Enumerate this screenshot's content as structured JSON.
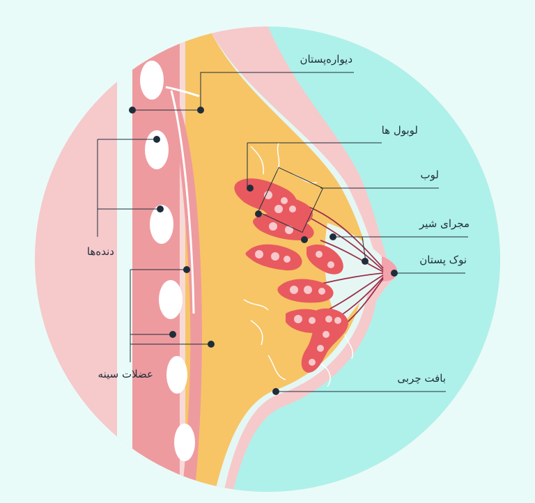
{
  "labels": {
    "breast_wall": "دیوارەپستان",
    "lobules": "لوبول ها",
    "lobe": "لوب",
    "milk_duct": "مجرای شیر",
    "nipple": "نوک پستان",
    "ribs": "دنده‌ها",
    "pectoral_muscles": "عضلات سینه",
    "fat_tissue": "بافت چربی"
  },
  "colors": {
    "background": "#e9fbf8",
    "skin": "#f6c9cb",
    "outer_teal": "#aef1ea",
    "fat": "#f7c566",
    "muscle": "#ee9b9f",
    "lobule": "#e85a5f",
    "leader_line": "#1f2d3a"
  }
}
